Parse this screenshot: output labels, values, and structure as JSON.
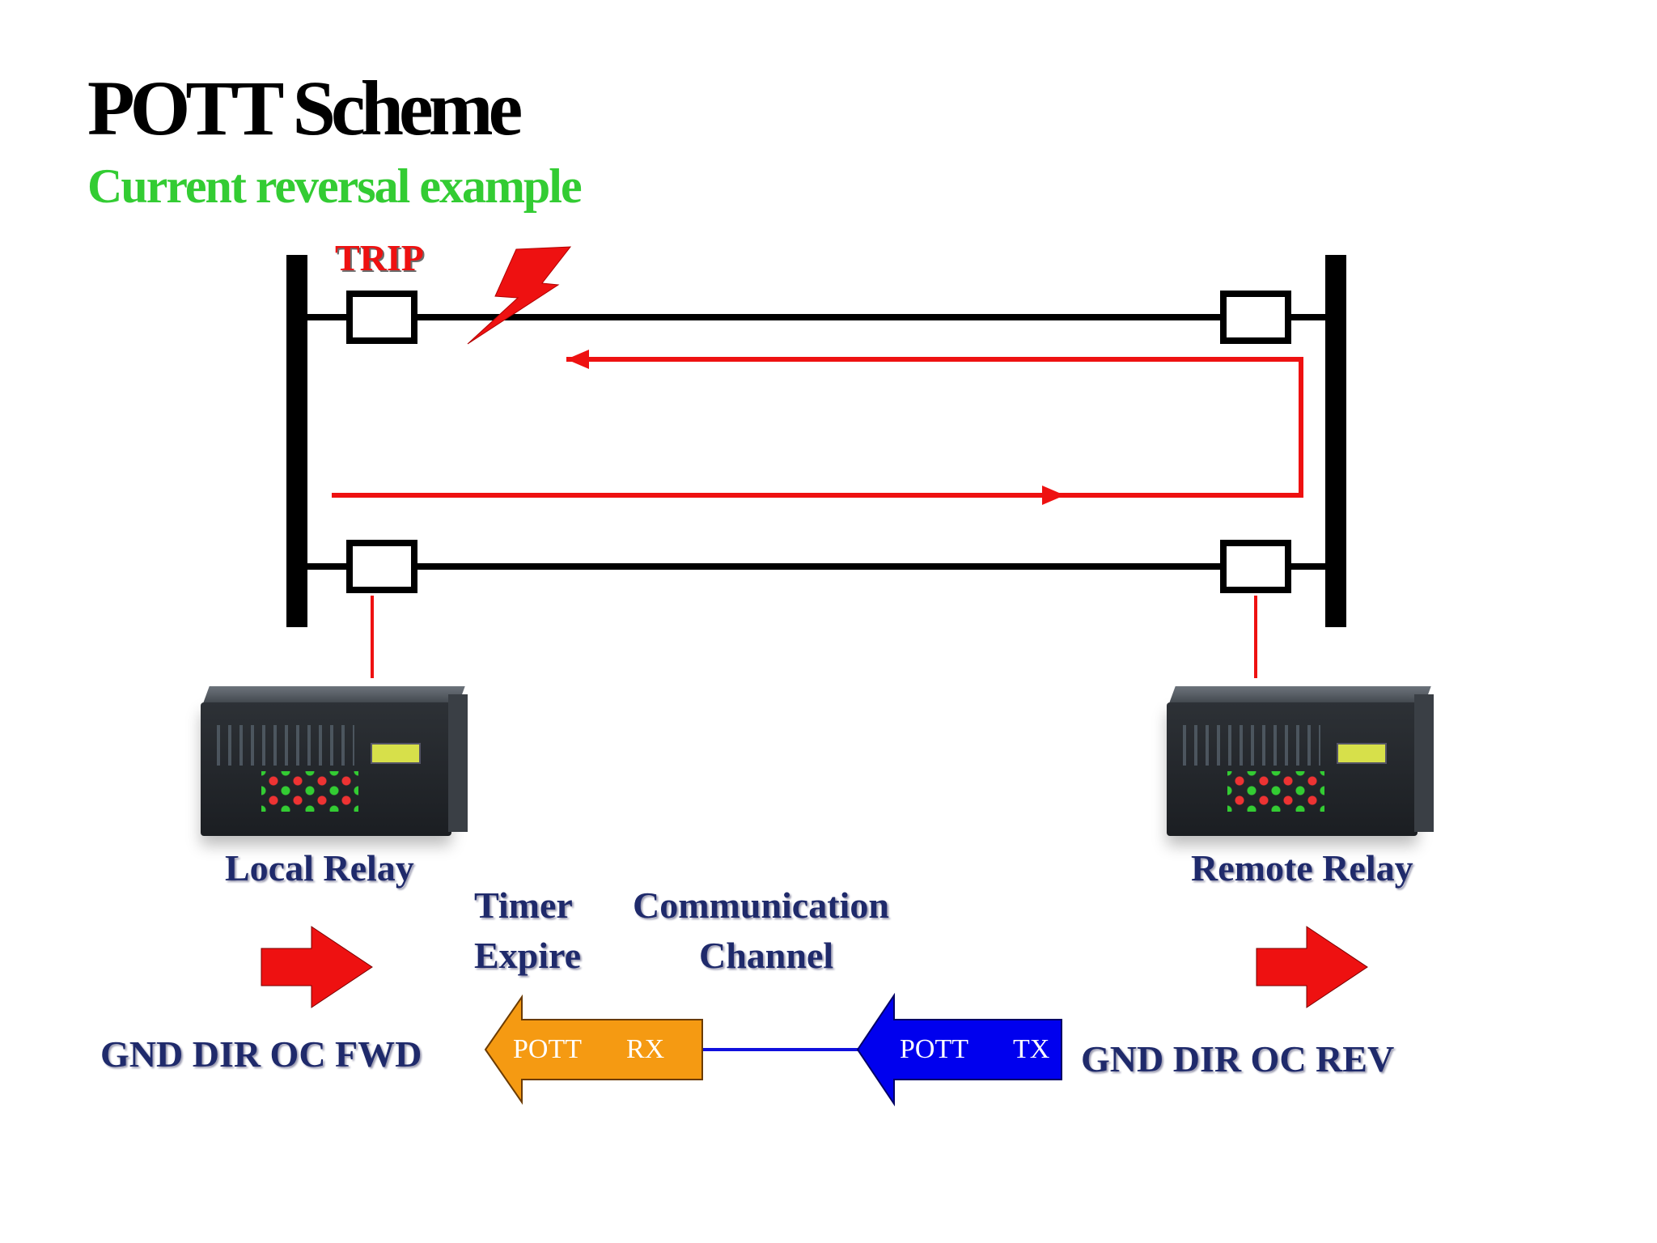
{
  "title": "POTT Scheme",
  "subtitle": "Current reversal example",
  "trip_label": "TRIP",
  "local_relay_label": "Local Relay",
  "remote_relay_label": "Remote Relay",
  "timer_label": [
    "Timer",
    "Expire"
  ],
  "channel_label": [
    "Communication",
    "Channel"
  ],
  "local_status": "GND DIR OC FWD",
  "remote_status": "GND DIR OC REV",
  "rx_box": {
    "left": "POTT",
    "right": "RX",
    "color": "#f59a12"
  },
  "tx_box": {
    "left": "POTT",
    "right": "TX",
    "color": "#0000ee"
  },
  "colors": {
    "flow": "#ee1111",
    "bus": "#000000",
    "channel": "#1010dd",
    "title": "#000000",
    "subtitle": "#33cc33",
    "labels": "#1f2a6b"
  }
}
